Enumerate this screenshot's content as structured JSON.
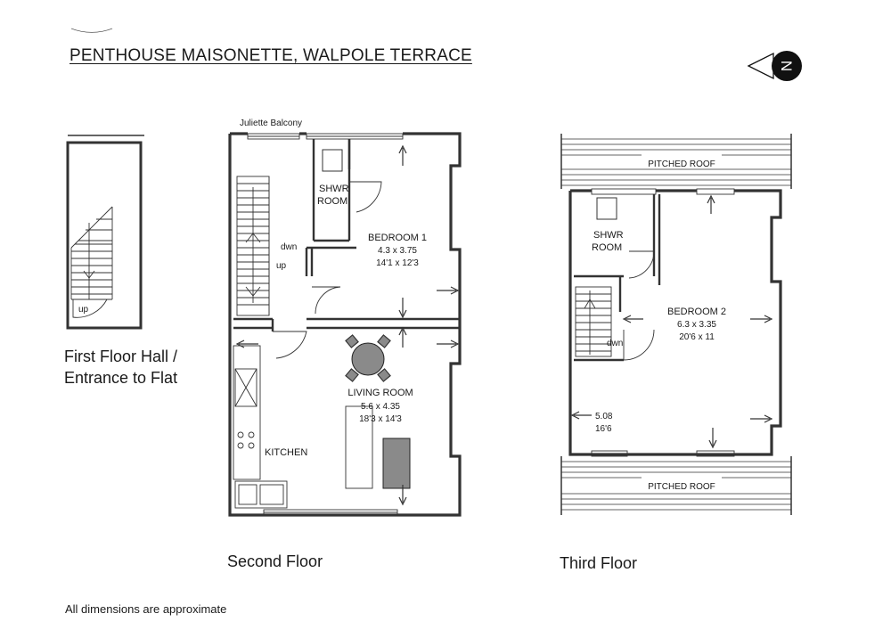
{
  "title": "PENTHOUSE MAISONETTE, WALPOLE TERRACE",
  "compass_letter": "N",
  "first_floor": {
    "caption_line1": "First Floor Hall /",
    "caption_line2": "Entrance to Flat",
    "stair_label": "up"
  },
  "second_floor": {
    "caption": "Second Floor",
    "balcony": "Juliette Balcony",
    "shower_room_line1": "SHWR",
    "shower_room_line2": "ROOM",
    "bedroom1": {
      "name": "BEDROOM 1",
      "metric": "4.3 x 3.75",
      "imperial": "14'1 x 12'3"
    },
    "living_room": {
      "name": "LIVING ROOM",
      "metric": "5.6 x 4.35",
      "imperial": "18'3 x 14'3"
    },
    "kitchen": "KITCHEN",
    "stair_down": "dwn",
    "stair_up": "up"
  },
  "third_floor": {
    "caption": "Third Floor",
    "roof_top": "PITCHED ROOF",
    "roof_bottom": "PITCHED ROOF",
    "shower_room_line1": "SHWR",
    "shower_room_line2": "ROOM",
    "bedroom2": {
      "name": "BEDROOM 2",
      "metric": "6.3 x 3.35",
      "imperial": "20'6 x 11"
    },
    "width_metric": "5.08",
    "width_imperial": "16'6",
    "stair_down": "dwn"
  },
  "footnote": "All dimensions are approximate"
}
